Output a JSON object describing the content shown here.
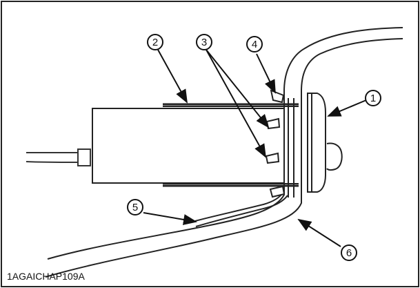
{
  "figure": {
    "caption": "1AGAICHAP109A",
    "callouts": [
      {
        "id": "1",
        "label": "1"
      },
      {
        "id": "2",
        "label": "2"
      },
      {
        "id": "3",
        "label": "3"
      },
      {
        "id": "4",
        "label": "4"
      },
      {
        "id": "5",
        "label": "5"
      },
      {
        "id": "6",
        "label": "6"
      }
    ]
  }
}
